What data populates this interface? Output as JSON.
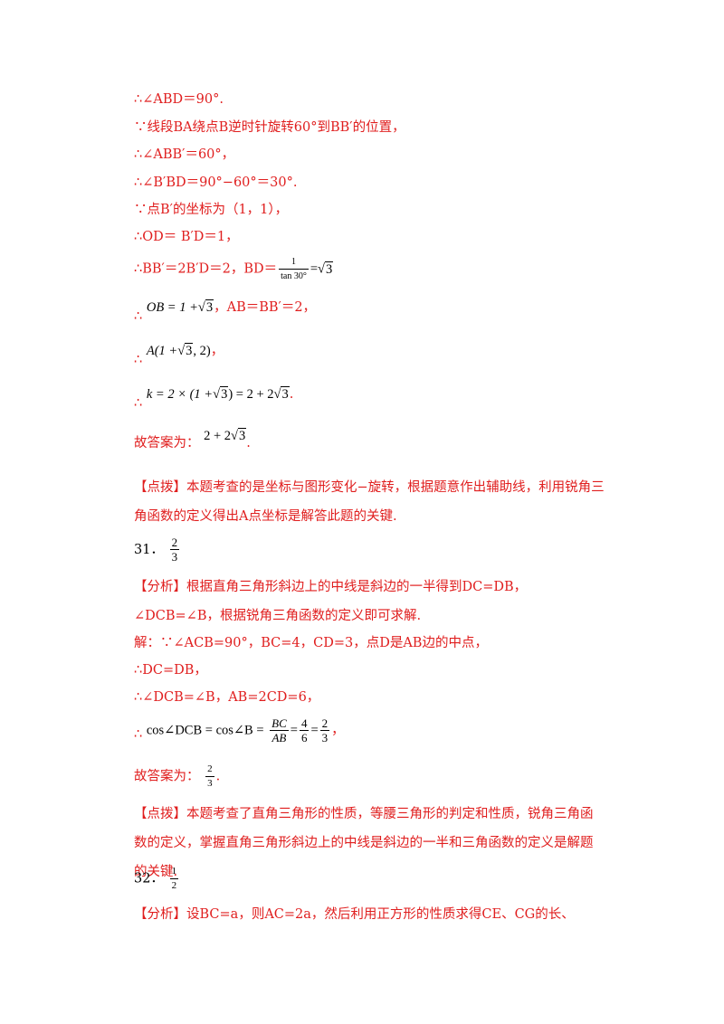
{
  "lines": {
    "l1": "∴∠ABD＝90°.",
    "l2": "∵线段BA绕点B逆时针旋转60°到BB′的位置，",
    "l3": "∴∠ABB′＝60°，",
    "l4": "∴∠B′BD＝90°−60°＝30°.",
    "l5": "∵点B′的坐标为（1，1），",
    "l6": "∴OD＝ B′D＝1，",
    "l7_a": "∴BB′＝2B′D＝2，BD＝",
    "l7_num": "1",
    "l7_den": "tan 30°",
    "l7_b": "=",
    "l7_c": "3",
    "l8_sym": "∴",
    "l8_a": "OB = 1 +",
    "l8_b": "3",
    "l8_c": "，AB＝BB′＝2，",
    "l9_sym": "∴",
    "l9_a": "A(1 +",
    "l9_b": "3",
    "l9_c": ", 2)",
    "l9_d": "，",
    "l10_sym": "∴",
    "l10_a": "k = 2 × (1 +",
    "l10_b": "3",
    "l10_c": ") = 2 + 2",
    "l10_d": "3",
    "l10_e": ".",
    "l11_a": "故答案为：",
    "l11_b": "2 + 2",
    "l11_c": "3",
    "l11_d": ".",
    "tip1": "【点拨】本题考查的是坐标与图形变化−旋转，根据题意作出辅助线，利用锐角三角函数的定义得出A点坐标是解答此题的关键.",
    "q31_num_label": "31．",
    "q31_num": "2",
    "q31_den": "3",
    "analysis31": "【分析】根据直角三角形斜边上的中线是斜边的一半得到DC=DB，∠DCB=∠B，根据锐角三角函数的定义即可求解.",
    "s1": "解：∵∠ACB=90°，BC=4，CD=3，点D是AB边的中点，",
    "s2": "∴DC=DB，",
    "s3": "∴∠DCB=∠B，AB=2CD=6，",
    "s4_sym": "∴",
    "s4_a": "cos∠DCB = cos∠B =",
    "s4_n1": "BC",
    "s4_d1": "AB",
    "s4_b": "=",
    "s4_n2": "4",
    "s4_d2": "6",
    "s4_c": "=",
    "s4_n3": "2",
    "s4_d3": "3",
    "s4_e": "，",
    "s5_a": "故答案为：",
    "s5_num": "2",
    "s5_den": "3",
    "s5_b": ".",
    "tip2": "【点拨】本题考查了直角三角形的性质，等腰三角形的判定和性质，锐角三角函数的定义，掌握直角三角形斜边上的中线是斜边的一半和三角函数的定义是解题的关键.",
    "q32_label": "32．",
    "q32_num": "1",
    "q32_den": "2",
    "analysis32": "【分析】设BC=a，则AC=2a，然后利用正方形的性质求得CE、CG的长、"
  }
}
